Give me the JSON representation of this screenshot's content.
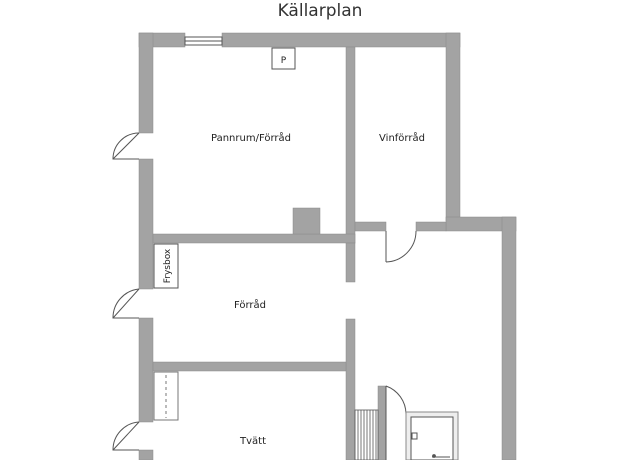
{
  "plan": {
    "title": "Källarplan",
    "rooms": {
      "pannrum": "Pannrum/Förråd",
      "vinforrad": "Vinförråd",
      "forrad": "Förråd",
      "tvatt": "Tvätt"
    },
    "labels": {
      "frysbox": "Frysbox",
      "p_marker": "P"
    },
    "colors": {
      "wall": "#a3a3a3",
      "wall_outline": "#8a8a8a",
      "line": "#555555",
      "background": "#ffffff"
    }
  }
}
